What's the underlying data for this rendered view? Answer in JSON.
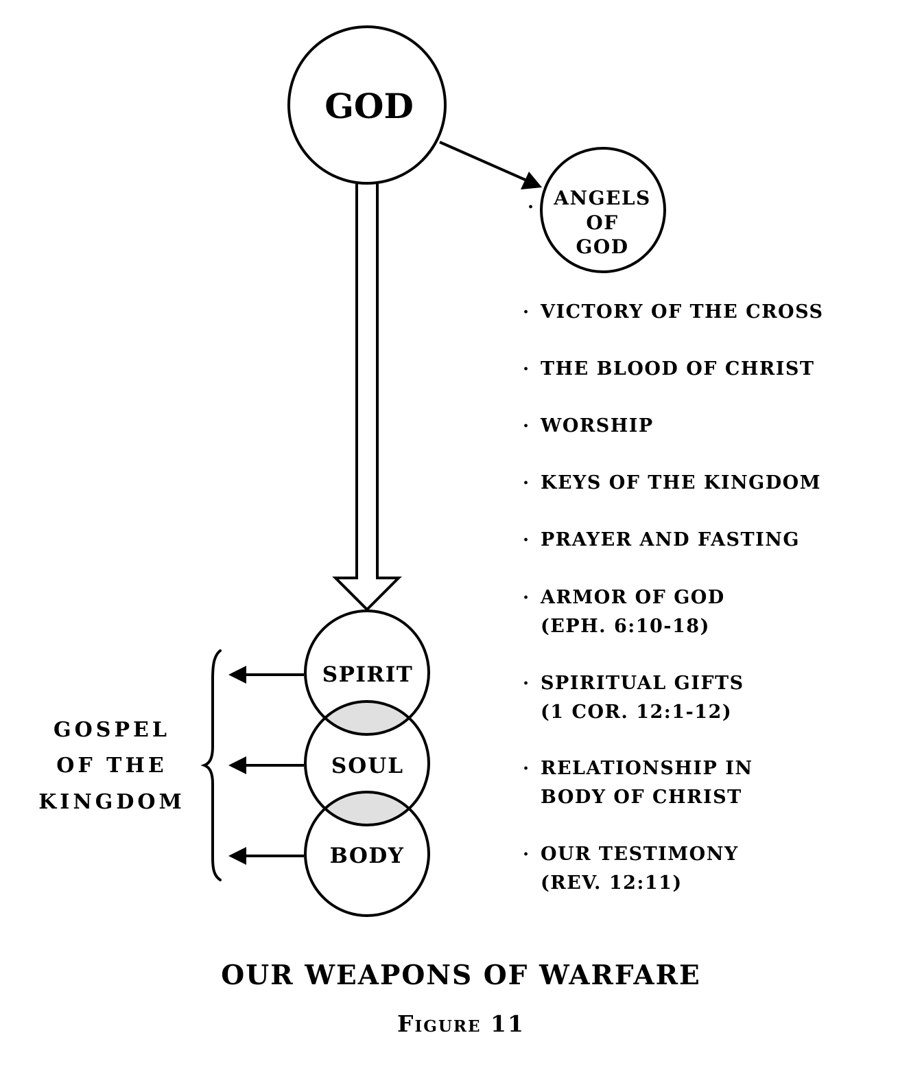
{
  "diagram": {
    "god_label": "GOD",
    "angels_label_lines": [
      "ANGELS",
      "OF",
      "GOD"
    ],
    "angels_bullet": "·",
    "person_parts": [
      "SPIRIT",
      "SOUL",
      "BODY"
    ],
    "gospel_label_lines": [
      "GOSPEL",
      "OF THE",
      "KINGDOM"
    ],
    "overlap_fill": "#e0e0e0"
  },
  "weapons": [
    {
      "lines": [
        "VICTORY OF THE CROSS"
      ]
    },
    {
      "lines": [
        "THE BLOOD OF CHRIST"
      ]
    },
    {
      "lines": [
        "WORSHIP"
      ]
    },
    {
      "lines": [
        "KEYS OF THE KINGDOM"
      ]
    },
    {
      "lines": [
        "PRAYER AND FASTING"
      ]
    },
    {
      "lines": [
        "ARMOR OF GOD",
        "(EPH. 6:10-18)"
      ]
    },
    {
      "lines": [
        "SPIRITUAL GIFTS",
        "(1 COR. 12:1-12)"
      ]
    },
    {
      "lines": [
        "RELATIONSHIP IN",
        "BODY OF CHRIST"
      ]
    },
    {
      "lines": [
        "OUR TESTIMONY",
        "(REV. 12:11)"
      ]
    }
  ],
  "bullet": "·",
  "caption": {
    "title": "OUR WEAPONS OF WARFARE",
    "figure": "Figure 11"
  }
}
